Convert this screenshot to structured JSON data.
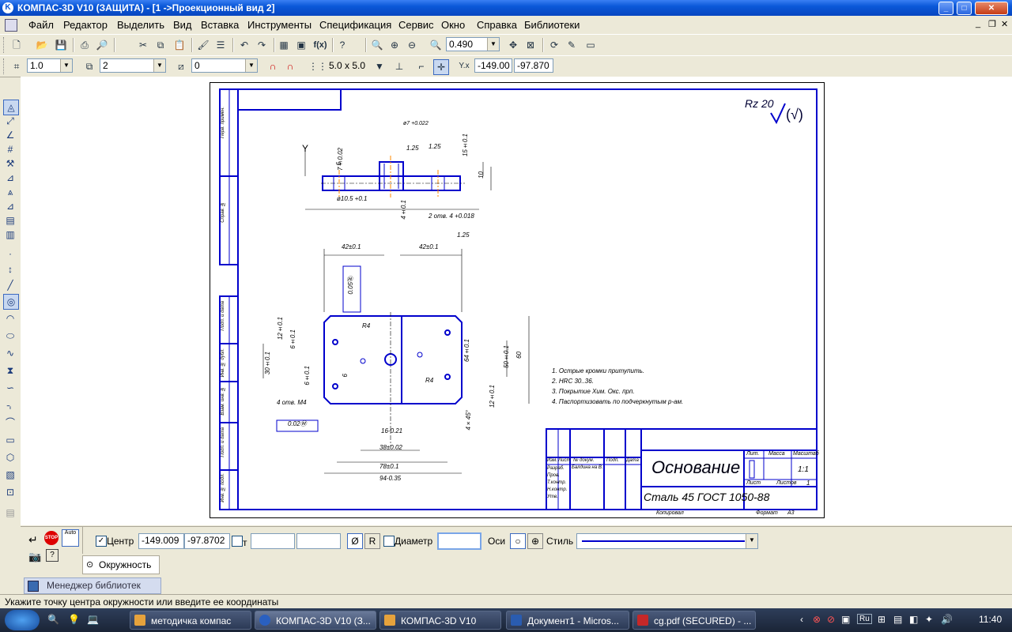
{
  "window": {
    "title": "КОМПАС-3D V10 (ЗАЩИТА) - [1 ->Проекционный вид 2]",
    "icon_label": "K"
  },
  "menu": [
    "Файл",
    "Редактор",
    "Выделить",
    "Вид",
    "Вставка",
    "Инструменты",
    "Спецификация",
    "Сервис",
    "Окно",
    "Справка",
    "Библиотеки"
  ],
  "toolbar1": {
    "zoom_value": "0.490",
    "fx_label": "f(x)"
  },
  "toolbar2": {
    "line_scale": "1.0",
    "layer": "2",
    "state": "0",
    "grid_step": "5.0 x 5.0",
    "coord_x": "-149.00",
    "coord_y": "-97.870"
  },
  "drawing": {
    "roughness": "Rz 20",
    "roughness_mark": "(√)",
    "title": "Основание",
    "material": "Сталь 45  ГОСТ 1050-88",
    "scale": "1:1",
    "sheets_label": "Листов",
    "sheets_value": "1",
    "sheet_label": "Лист",
    "lit_label": "Лит.",
    "mass_label": "Масса",
    "scale_label": "Масштаб",
    "copied_label": "Копировал",
    "format_label": "Формат",
    "format_value": "A3",
    "row_labels": [
      "Изм.",
      "Лист",
      "№ докум.",
      "Подп.",
      "Дата"
    ],
    "person_labels": [
      "Разраб.",
      "Пров.",
      "Т.контр.",
      "",
      "Н.контр.",
      "Утв."
    ],
    "developer": "Балдина на В.",
    "notes": [
      "1. Острые кромки притупить.",
      "2. HRC 30..36.",
      "3. Покрытие Хим. Окс. прп.",
      "4. Паспортизовать по подчеркнутым р-ам."
    ],
    "axis_y": "Y",
    "dims": {
      "d42_left": "42±0.1",
      "d42_right": "42±0.1",
      "d78": "78±0.1",
      "d94": "94-0.35",
      "d38": "38±0.02",
      "d16": "16-0.21",
      "d30": "30±0.1",
      "d12a": "12±0.1",
      "d6a": "6±0.1",
      "d12b": "12±0.1",
      "d6b": "6±0.1",
      "d50": "50±0.1",
      "d60": "60",
      "d64": "64±0.1",
      "r4a": "R4",
      "r4b": "R4",
      "holes_m4": "4 отв. М4",
      "chamfer": "4×45°",
      "tol1": "0.05Ⓜ",
      "tol2": "0.02Ⓜ",
      "d105": "ø10.5 +0.1",
      "d7": "ø7 +0.022",
      "holes2": "2 отв. 4 +0.018",
      "ra125a": "1.25",
      "ra125b": "1.25",
      "ra125c": "1.25",
      "h7": "7±0.02",
      "h15": "15±0.1",
      "h10": "10",
      "h4": "4±0.1",
      "h6": "6"
    },
    "side_labels": [
      "Перв. примен.",
      "Справ. №",
      "Подп. и дата",
      "Инв. № дубл.",
      "Взам. инв. №",
      "Подп. и дата",
      "Инв. № подл."
    ]
  },
  "properties": {
    "center_label": "Центр",
    "center_x": "-149.009",
    "center_y": "-97.8702",
    "t_label": "т",
    "diameter_label": "Диаметр",
    "axes_label": "Оси",
    "style_label": "Стиль",
    "tab_label": "Окружность",
    "auto_label": "Auto",
    "stop_label": "STOP",
    "ortho_label": "Ø",
    "r_label": "R"
  },
  "library_tab": "Менеджер библиотек",
  "status": "Укажите точку центра окружности или введите ее координаты",
  "taskbar": {
    "items": [
      "методичка компас",
      "КОМПАС-3D V10 (З...",
      "КОМПАС-3D V10",
      "Документ1 - Micros...",
      "cg.pdf (SECURED) - ..."
    ],
    "lang": "Ru",
    "clock": "11:40"
  },
  "colors": {
    "accent": "#0a58d8",
    "drawing_blue": "#0000cc",
    "orange_axes": "#ff8800"
  }
}
